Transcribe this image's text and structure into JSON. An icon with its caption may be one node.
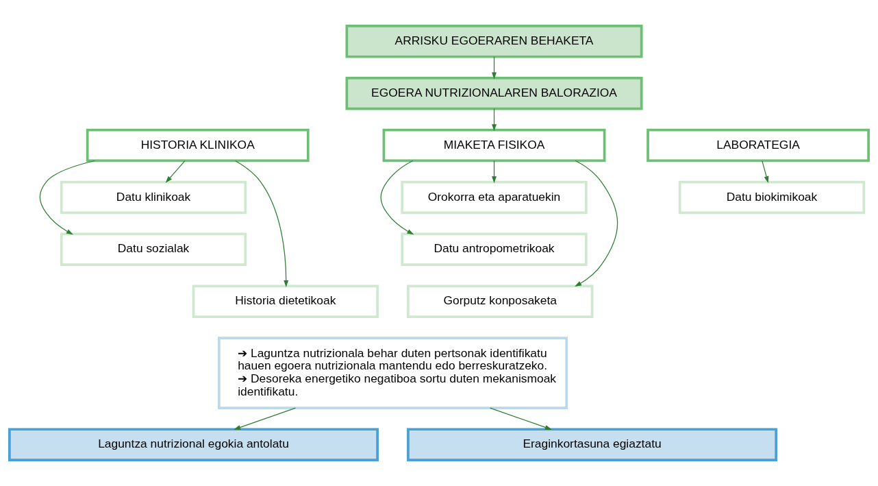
{
  "diagram": {
    "nodes": [
      {
        "text": [
          "ARRISKU EGOERAREN BEHAKETA"
        ]
      },
      {
        "text": [
          "EGOERA NUTRIZIONALAREN BALORAZIOA"
        ]
      },
      {
        "text": [
          "HISTORIA KLINIKOA"
        ]
      },
      {
        "text": [
          "MIAKETA FISIKOA"
        ]
      },
      {
        "text": [
          "LABORATEGIA"
        ]
      },
      {
        "text": [
          "Datu klinikoak"
        ]
      },
      {
        "text": [
          "Datu sozialak"
        ]
      },
      {
        "text": [
          "Historia dietetikoak"
        ]
      },
      {
        "text": [
          "Orokorra eta aparatuekin"
        ]
      },
      {
        "text": [
          "Datu antropometrikoak"
        ]
      },
      {
        "text": [
          "Gorputz konposaketa"
        ]
      },
      {
        "text": [
          "Datu biokimikoak"
        ]
      },
      {
        "text": [
          "➔ Laguntza nutrizionala behar duten pertsonak identifikatu hauen egoera nutrizionala mantendu edo berreskuratzeko.",
          "➔ Desoreka energetiko negatiboa sortu duten mekanismoak identifikatu."
        ]
      },
      {
        "text": [
          "Laguntza nutrizional egokia antolatu"
        ]
      },
      {
        "text": [
          "Eraginkortasuna egiaztatu"
        ]
      }
    ],
    "edges": [
      {
        "from": 0,
        "to": 1,
        "arrow": "to"
      },
      {
        "from": 1,
        "to": 3,
        "arrow": "to"
      },
      {
        "from": 2,
        "to": 5,
        "arrow": "to"
      },
      {
        "from": 2,
        "to": 6,
        "arrow": "to"
      },
      {
        "from": 2,
        "to": 7,
        "arrow": "to"
      },
      {
        "from": 3,
        "to": 8,
        "arrow": "to"
      },
      {
        "from": 3,
        "to": 9,
        "arrow": "to"
      },
      {
        "from": 3,
        "to": 10,
        "arrow": "to"
      },
      {
        "from": 4,
        "to": 11,
        "arrow": "to"
      },
      {
        "from": 12,
        "to": 13,
        "arrow": "to"
      },
      {
        "from": 12,
        "to": 14,
        "arrow": "to"
      }
    ]
  }
}
